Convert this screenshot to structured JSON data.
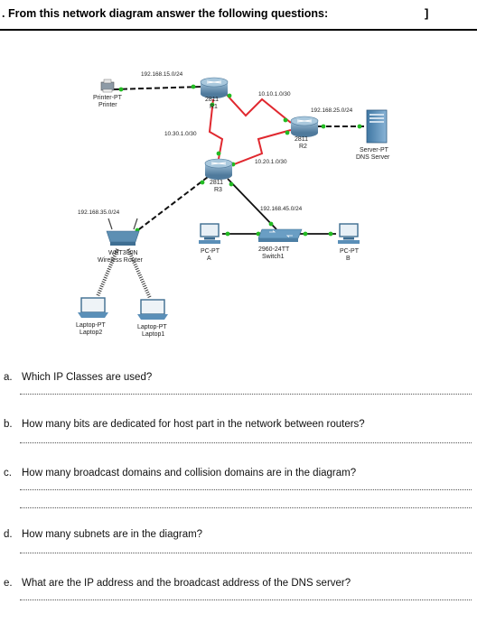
{
  "header": {
    "title": ". From this network diagram answer the following questions:",
    "bracket": "]"
  },
  "diagram": {
    "networks": [
      "192.168.15.0/24",
      "10.10.1.0/30",
      "192.168.25.0/24",
      "10.30.1.0/30",
      "10.20.1.0/30",
      "192.168.35.0/24",
      "192.168.45.0/24"
    ],
    "devices": {
      "printer": [
        "Printer-PT",
        "Printer"
      ],
      "r1": [
        "2811",
        "R1"
      ],
      "r2": [
        "2811",
        "R2"
      ],
      "r3": [
        "2811",
        "R3"
      ],
      "server": [
        "Server-PT",
        "DNS Server"
      ],
      "wrt": [
        "WRT300N",
        "Wireless Router"
      ],
      "switch": [
        "2960-24TT",
        "Switch1"
      ],
      "pca": [
        "PC-PT",
        "A"
      ],
      "pcb": [
        "PC-PT",
        "B"
      ],
      "laptop2": [
        "Laptop-PT",
        "Laptop2"
      ],
      "laptop1": [
        "Laptop-PT",
        "Laptop1"
      ]
    },
    "colors": {
      "serial_link": "#e0282f",
      "ethernet_link": "#111111",
      "link_up_dot": "#22bb22",
      "router_body": "#5a87a8",
      "server_body": "#5a8fb8"
    }
  },
  "questions": [
    {
      "letter": "a.",
      "text": "Which IP Classes are used?"
    },
    {
      "letter": "b.",
      "text": "How many bits are dedicated for host part in the network between routers?"
    },
    {
      "letter": "c.",
      "text": "How many broadcast domains and collision domains are in the diagram?"
    },
    {
      "letter": "d.",
      "text": "How many subnets are in the diagram?"
    },
    {
      "letter": "e.",
      "text": "What are the IP address and the broadcast address of the DNS server?"
    }
  ]
}
